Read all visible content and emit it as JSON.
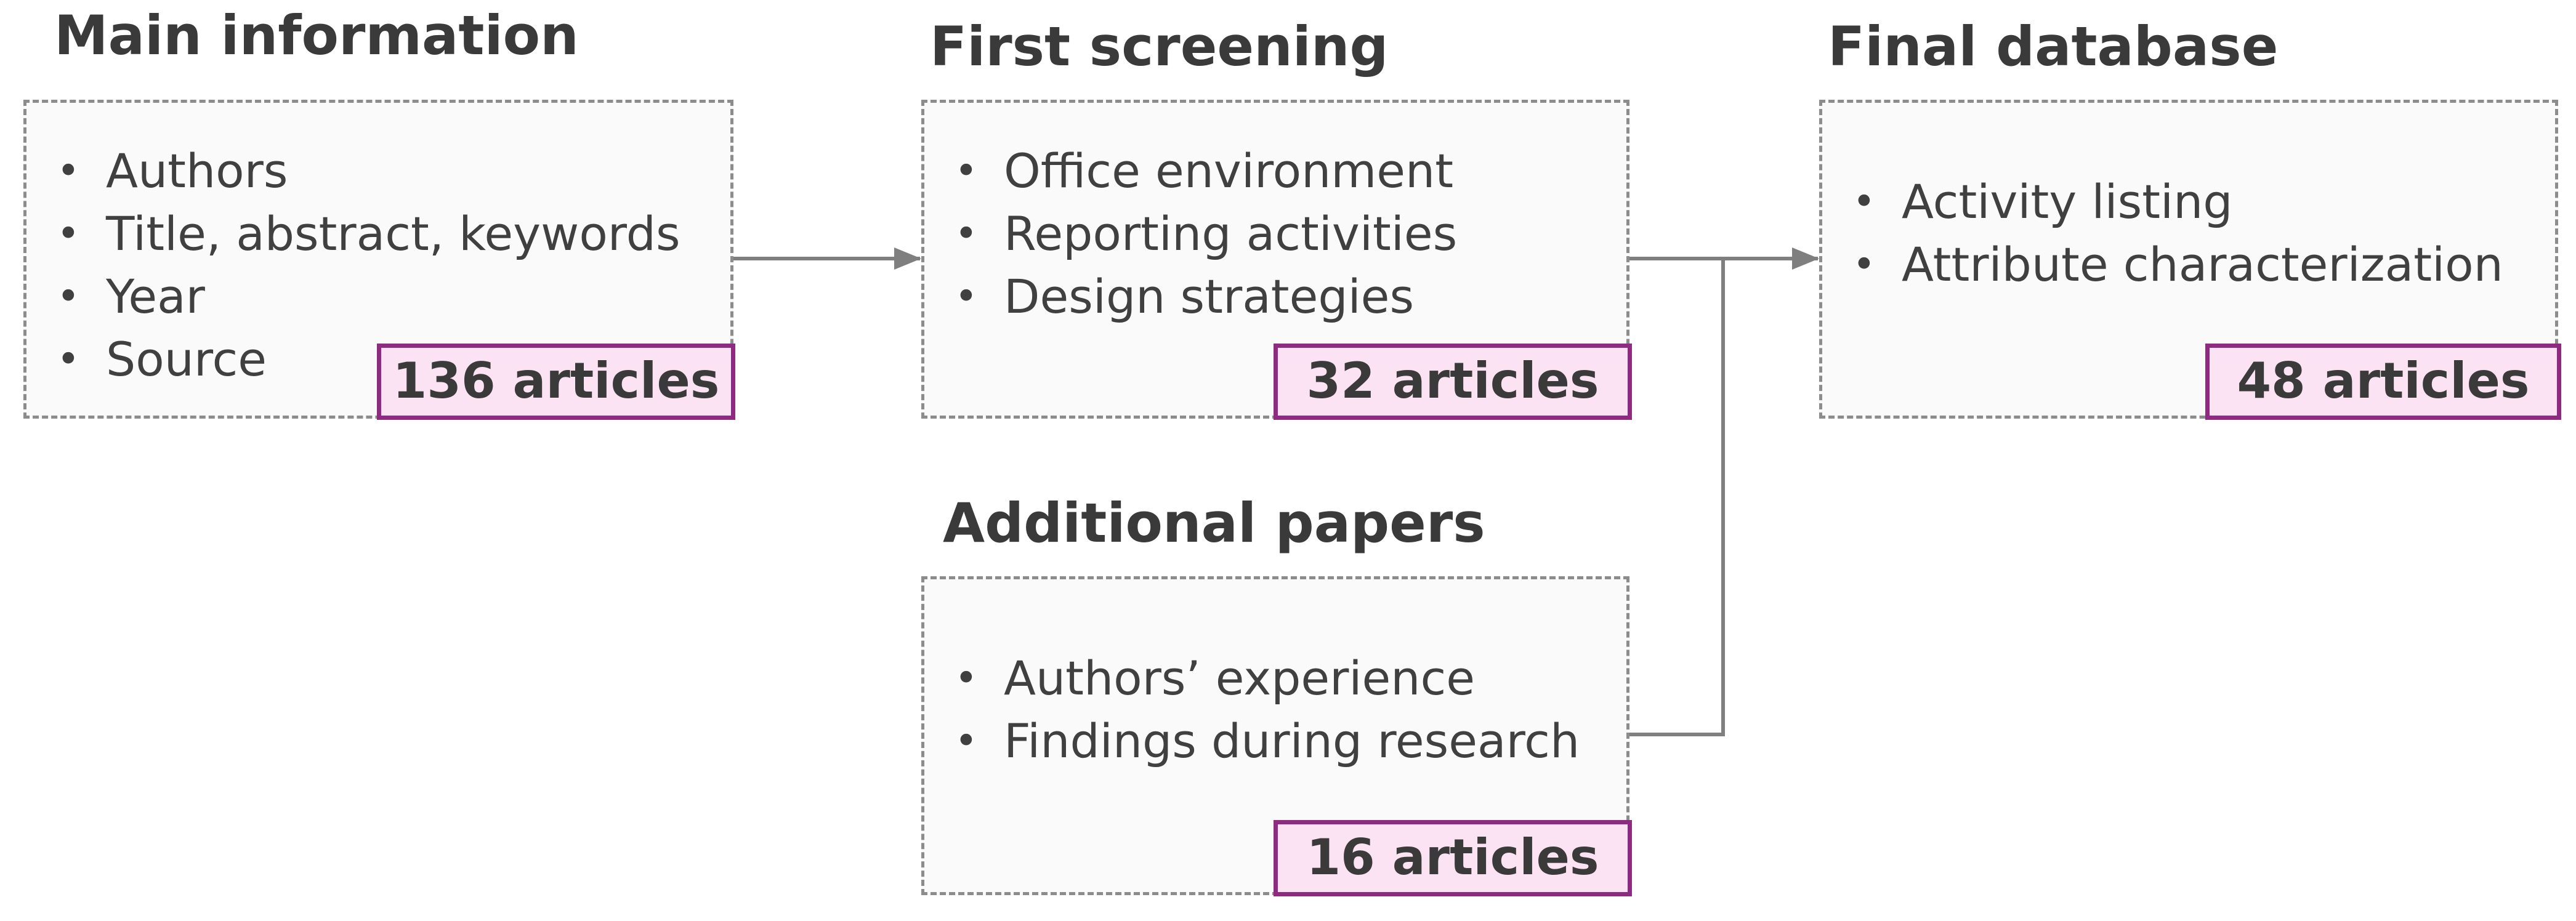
{
  "main_information": {
    "title": "Main information",
    "items": [
      "Authors",
      "Title, abstract, keywords",
      "Year",
      "Source"
    ],
    "count": "136 articles"
  },
  "first_screening": {
    "title": "First screening",
    "items": [
      "Office environment",
      "Reporting activities",
      "Design strategies"
    ],
    "count": "32 articles"
  },
  "final_database": {
    "title": "Final database",
    "items": [
      "Activity listing",
      "Attribute characterization"
    ],
    "count": "48 articles"
  },
  "additional_papers": {
    "title": "Additional papers",
    "items": [
      "Authors’ experience",
      "Findings during research"
    ],
    "count": "16 articles"
  },
  "bullet_glyph": "•",
  "colors": {
    "badge_border": "#8e2a80",
    "badge_fill": "#fbe3f4",
    "box_border": "#8c8c8c",
    "arrow": "#7f7f7f"
  }
}
